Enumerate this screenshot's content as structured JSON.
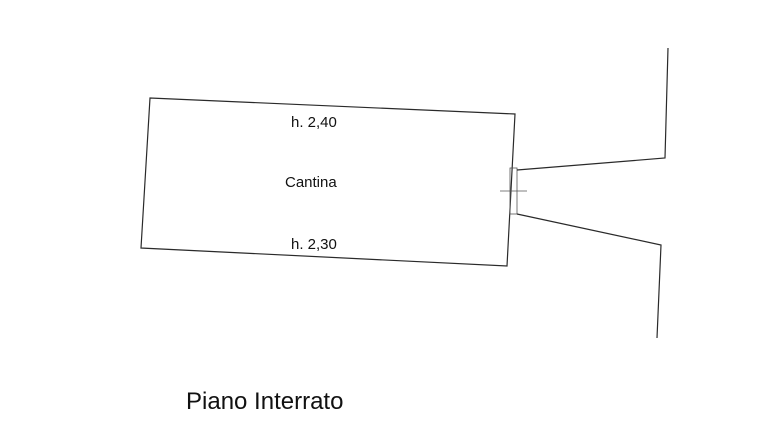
{
  "plan": {
    "room_name": "Cantina",
    "height_top": "h. 2,40",
    "height_bottom": "h. 2,30",
    "floor_title": "Piano Interrato"
  }
}
